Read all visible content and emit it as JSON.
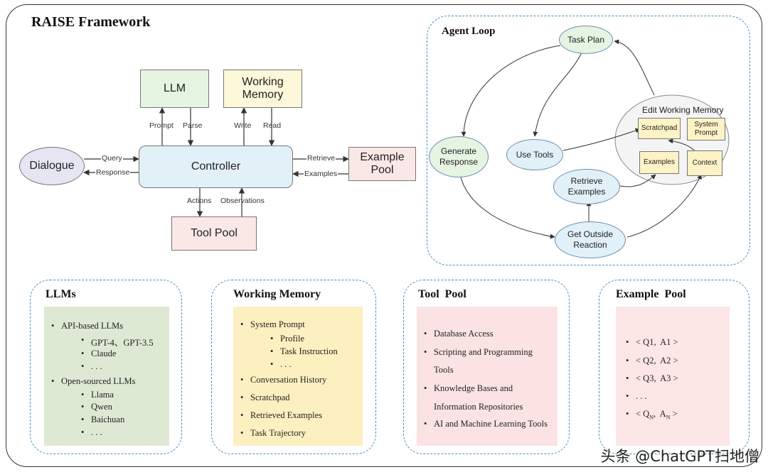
{
  "title": "RAISE Framework",
  "controller": {
    "dialogue": "Dialogue",
    "controller": "Controller",
    "llm": "LLM",
    "working_memory": "Working Memory",
    "example_pool": "Example Pool",
    "tool_pool": "Tool Pool",
    "edges": {
      "prompt": "Prompt",
      "parse": "Parse",
      "write": "Write",
      "read": "Read",
      "query": "Query",
      "response": "Response",
      "retrieve": "Retrieve",
      "examples": "Examples",
      "actions": "Actions",
      "observations": "Observations"
    }
  },
  "agent_loop": {
    "title": "Agent Loop",
    "task_plan": "Task Plan",
    "generate_response": "Generate\nResponse",
    "use_tools": "Use Tools",
    "retrieve_examples": "Retrieve\nExamples",
    "get_outside_reaction": "Get Outside\nReaction",
    "edit_working_memory": "Edit Working Memory",
    "scratchpad": "Scratchpad",
    "system_prompt": "System\nPrompt",
    "examples": "Examples",
    "context": "Context"
  },
  "llms": {
    "title": "LLMs",
    "api_based": "API-based LLMs",
    "api_items": [
      "GPT-4、GPT-3.5",
      "Claude",
      ". . ."
    ],
    "open_sourced": "Open-sourced LLMs",
    "open_items": [
      "Llama",
      "Qwen",
      "Baichuan",
      ". . ."
    ]
  },
  "working_memory": {
    "title": "Working Memory",
    "system_prompt": "System Prompt",
    "sub_items": [
      "Profile",
      "Task Instruction",
      ". . ."
    ],
    "items": [
      "Conversation History",
      "Scratchpad",
      "Retrieved Examples",
      "Task  Trajectory"
    ]
  },
  "tool_pool": {
    "title": "Tool  Pool",
    "items": [
      "Database Access",
      "Scripting and Programming",
      "Tools",
      "Knowledge Bases and",
      "Information Repositories",
      "AI and Machine Learning Tools"
    ]
  },
  "example_pool": {
    "title": "Example  Pool",
    "items": [
      "< Q1,  A1 >",
      "< Q2,  A2 >",
      "< Q3,  A3 >",
      ". . .",
      "< Q",
      "N",
      ",  A",
      "N",
      " >"
    ]
  },
  "watermark": "头条 @ChatGPT扫地僧",
  "colors": {
    "llm_fill": "#e6f4e2",
    "wm_fill": "#fcf8d9",
    "pool_fill": "#f9e8e6",
    "controller_fill": "#e2f0f8",
    "dialogue_fill": "#e6e6f2",
    "dashed_border": "#4a90b8",
    "llm_panel": "#dde9d3",
    "wm_panel": "#fdf0c0",
    "tool_panel": "#fbe3e3",
    "example_panel": "#fce6e6"
  }
}
